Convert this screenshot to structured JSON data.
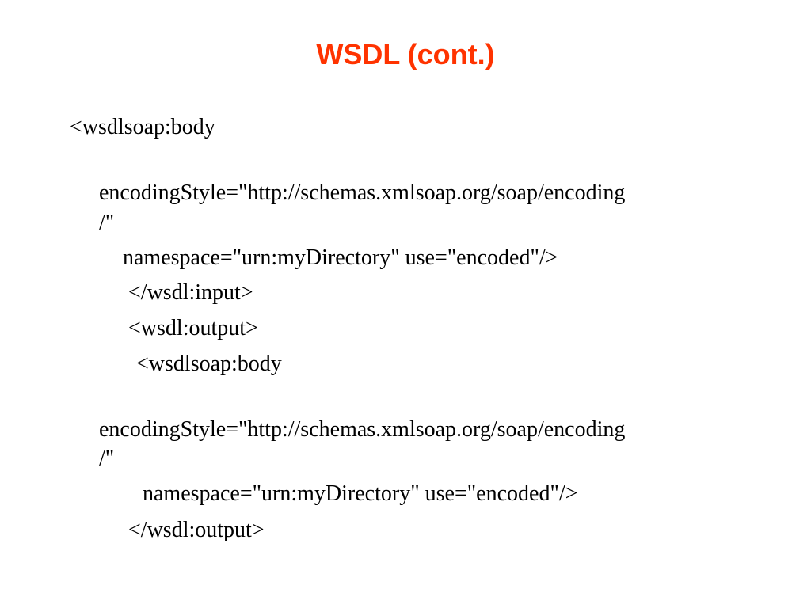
{
  "slide": {
    "title": "WSDL (cont.)",
    "lines": [
      "<wsdlsoap:body",
      "encodingStyle=\"http://schemas.xmlsoap.org/soap/encoding",
      "/\"",
      "namespace=\"urn:myDirectory\" use=\"encoded\"/>",
      "</wsdl:input>",
      "<wsdl:output>",
      "<wsdlsoap:body",
      "encodingStyle=\"http://schemas.xmlsoap.org/soap/encoding",
      "/\"",
      "namespace=\"urn:myDirectory\" use=\"encoded\"/>",
      "</wsdl:output>"
    ],
    "colors": {
      "title": "#ff3300",
      "text": "#000000",
      "background": "#ffffff"
    }
  }
}
